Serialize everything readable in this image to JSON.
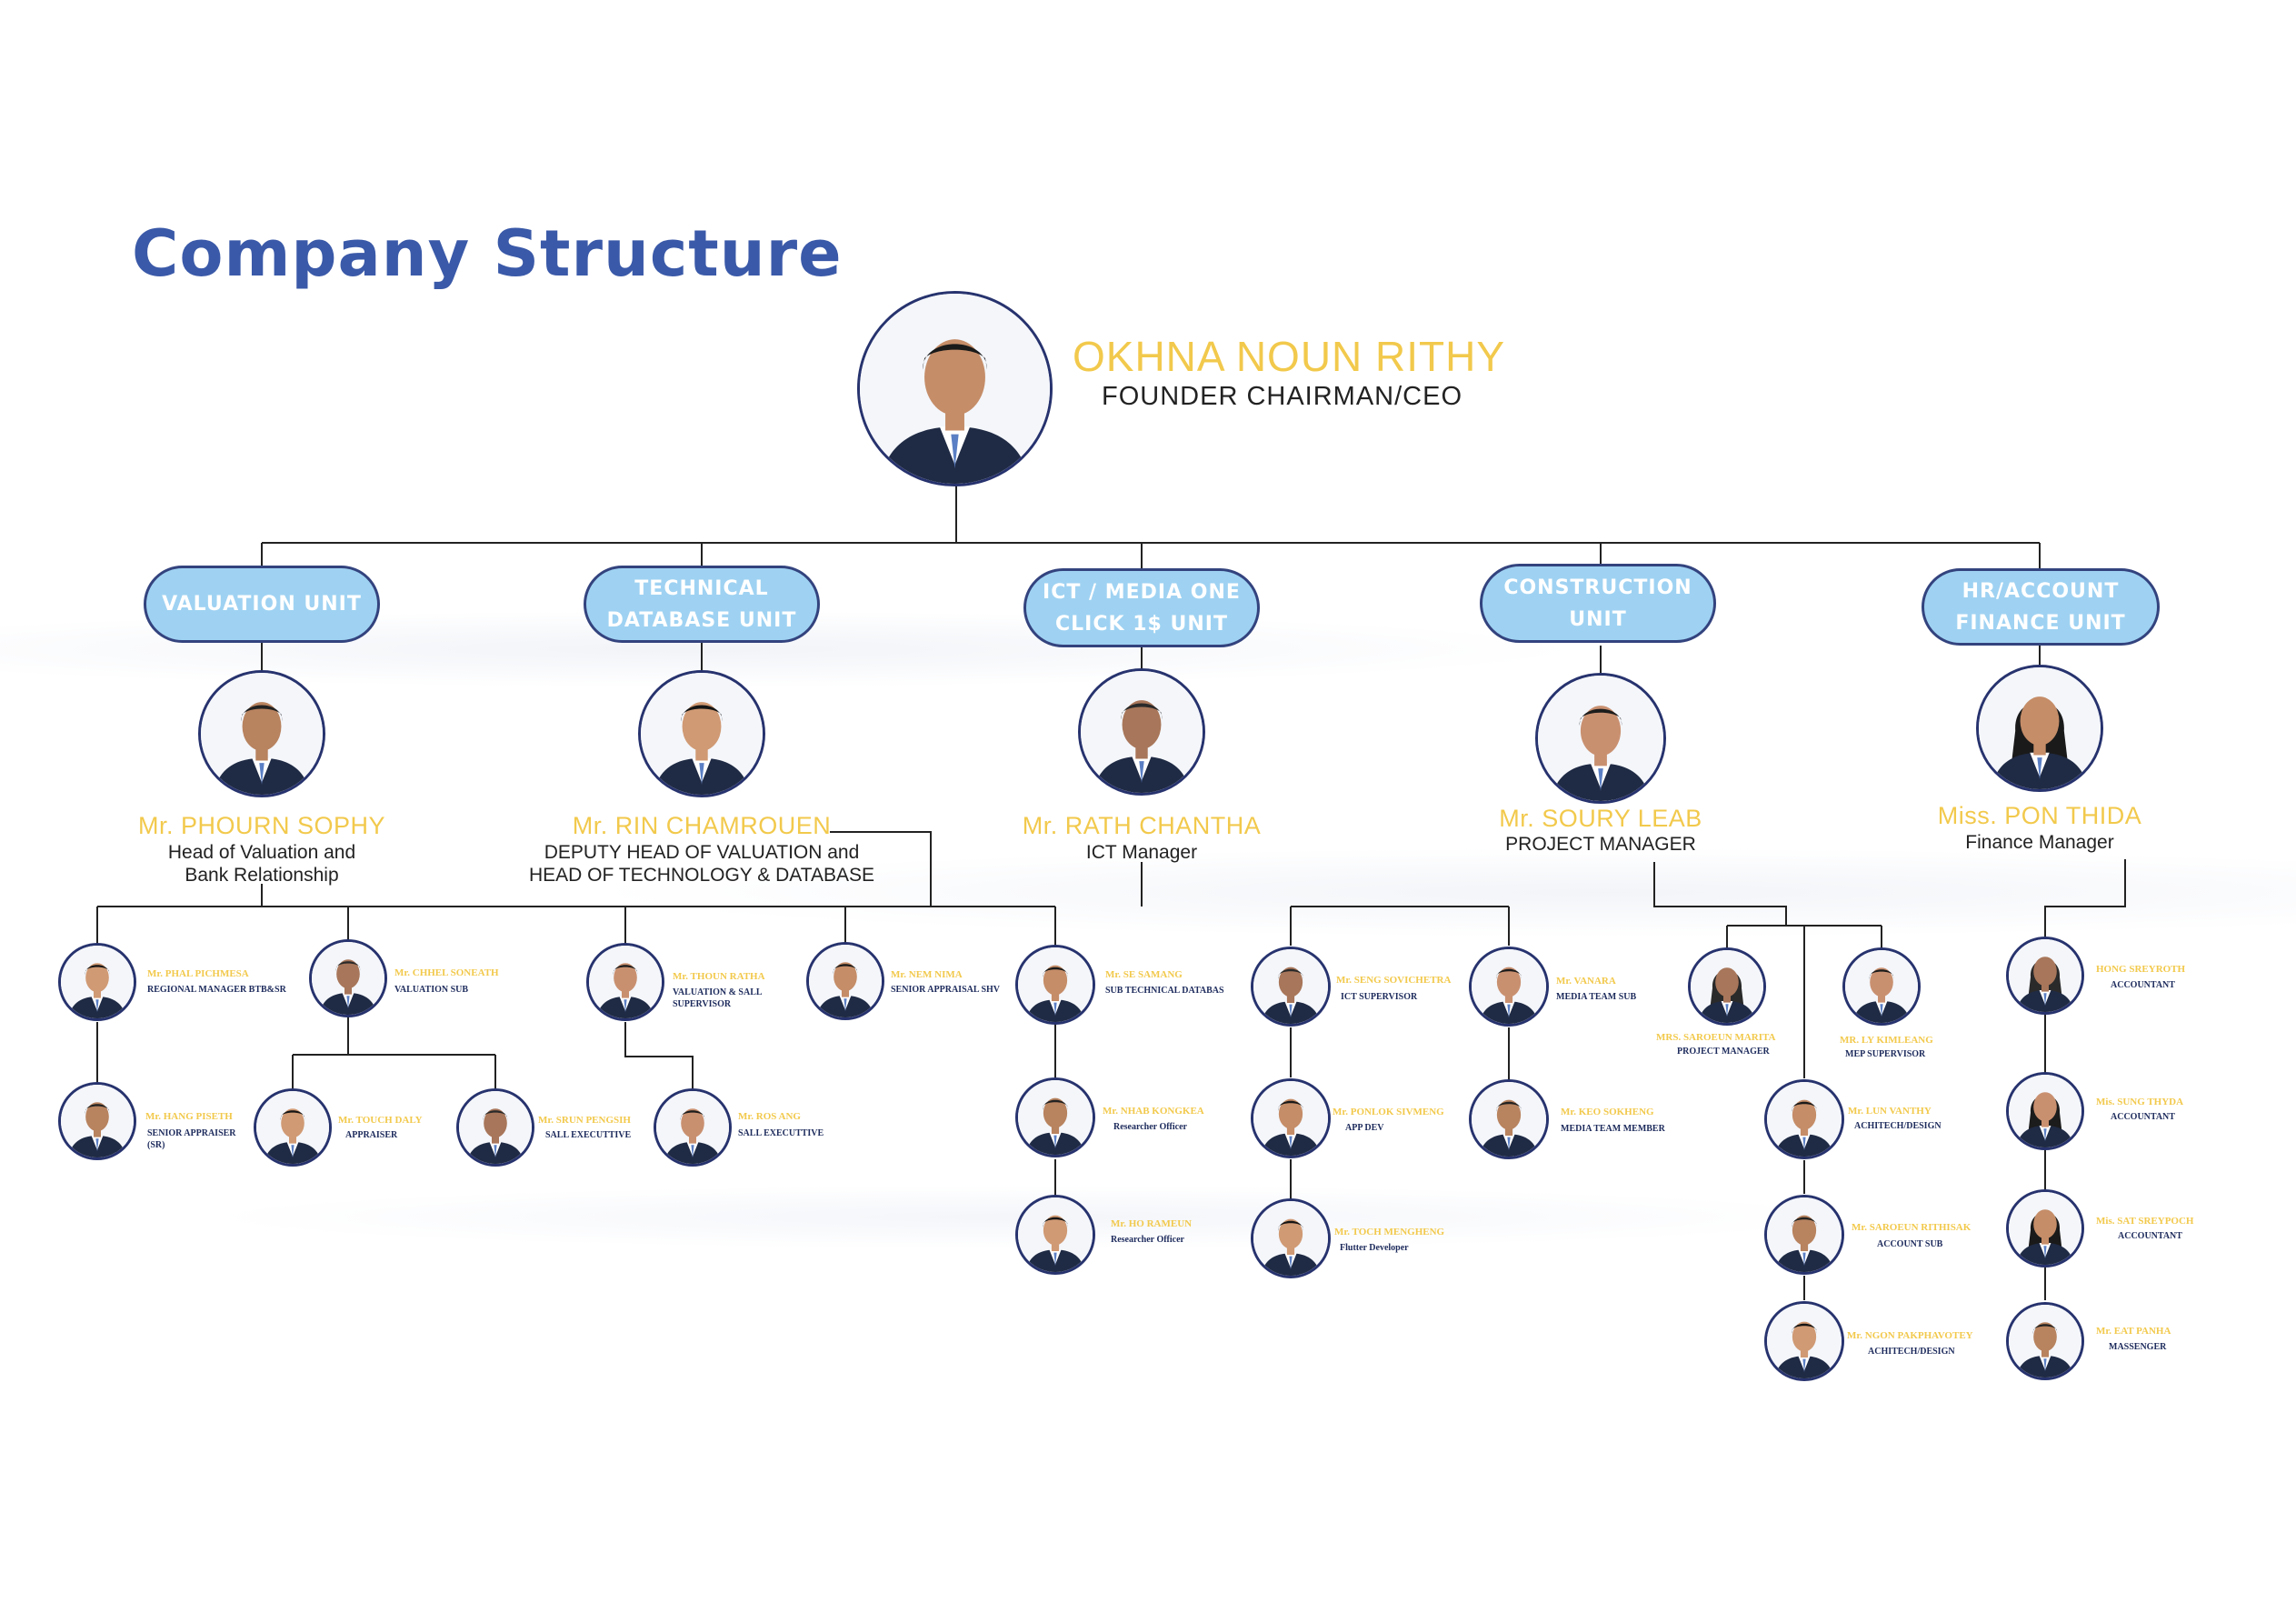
{
  "page": {
    "title": "Company Structure"
  },
  "ceo": {
    "name": "OKHNA NOUN RITHY",
    "title": "FOUNDER CHAIRMAN/CEO"
  },
  "units": [
    {
      "label": "VALUATION UNIT"
    },
    {
      "label": "TECHNICAL\nDATABASE UNIT"
    },
    {
      "label": "ICT / MEDIA ONE\nCLICK 1$ UNIT"
    },
    {
      "label": "CONSTRUCTION\nUNIT"
    },
    {
      "label": "HR/ACCOUNT\nFINANCE UNIT"
    }
  ],
  "heads": [
    {
      "name": "Mr. PHOURN SOPHY",
      "role": "Head of Valuation and\nBank Relationship"
    },
    {
      "name": "Mr. RIN CHAMROUEN",
      "role": "DEPUTY HEAD OF VALUATION and\nHEAD OF TECHNOLOGY & DATABASE"
    },
    {
      "name": "Mr. RATH CHANTHA",
      "role": "ICT Manager"
    },
    {
      "name": "Mr. SOURY LEAB",
      "role": "PROJECT MANAGER"
    },
    {
      "name": "Miss. PON THIDA",
      "role": "Finance Manager"
    }
  ],
  "staff": [
    {
      "name": "Mr. PHAL PICHMESA",
      "role": "REGIONAL MANAGER BTB&SR"
    },
    {
      "name": "Mr. CHHEL SONEATH",
      "role": "VALUATION SUB"
    },
    {
      "name": "Mr. THOUN RATHA",
      "role": "VALUATION & SALL\nSUPERVISOR"
    },
    {
      "name": "Mr. NEM NIMA",
      "role": "SENIOR APPRAISAL SHV"
    },
    {
      "name": "Mr. HANG PISETH",
      "role": "SENIOR APPRAISER\n(SR)"
    },
    {
      "name": "Mr. TOUCH DALY",
      "role": "APPRAISER"
    },
    {
      "name": "Mr. SRUN PENGSIH",
      "role": "SALL EXECUTTIVE"
    },
    {
      "name": "Mr. ROS ANG",
      "role": "SALL EXECUTTIVE"
    },
    {
      "name": "Mr. SE SAMANG",
      "role": "SUB TECHNICAL DATABAS"
    },
    {
      "name": "Mr. NHAB KONGKEA",
      "role": "Researcher Officer"
    },
    {
      "name": "Mr. HO RAMEUN",
      "role": "Researcher Officer"
    },
    {
      "name": "Mr. SENG SOVICHETRA",
      "role": "ICT SUPERVISOR"
    },
    {
      "name": "Mr. VANARA",
      "role": "MEDIA TEAM SUB"
    },
    {
      "name": "Mr. PONLOK SIVMENG",
      "role": "APP DEV"
    },
    {
      "name": "Mr. KEO SOKHENG",
      "role": "MEDIA TEAM MEMBER"
    },
    {
      "name": "Mr. TOCH MENGHENG",
      "role": "Flutter Developer"
    },
    {
      "name": "MRS. SAROEUN MARITA",
      "role": "PROJECT MANAGER"
    },
    {
      "name": "MR. LY KIMLEANG",
      "role": "MEP SUPERVISOR"
    },
    {
      "name": "Mr. LUN VANTHY",
      "role": "ACHITECH/DESIGN"
    },
    {
      "name": "Mr. SAROEUN RITHISAK",
      "role": "ACCOUNT SUB"
    },
    {
      "name": "Mr. NGON PAKPHAVOTEY",
      "role": "ACHITECH/DESIGN"
    },
    {
      "name": "HONG SREYROTH",
      "role": "ACCOUNTANT"
    },
    {
      "name": "Mis. SUNG THYDA",
      "role": "ACCOUNTANT"
    },
    {
      "name": "Mis. SAT SREYPOCH",
      "role": "ACCOUNTANT"
    },
    {
      "name": "Mr. EAT PANHA",
      "role": "MASSENGER"
    }
  ],
  "colors": {
    "title": "#3a59a8",
    "name": "#f2c94c",
    "unit_fill": "#9fd2f2",
    "unit_border": "#33437e",
    "avatar_border": "#27336e",
    "role_text": "#1d2b5c"
  }
}
